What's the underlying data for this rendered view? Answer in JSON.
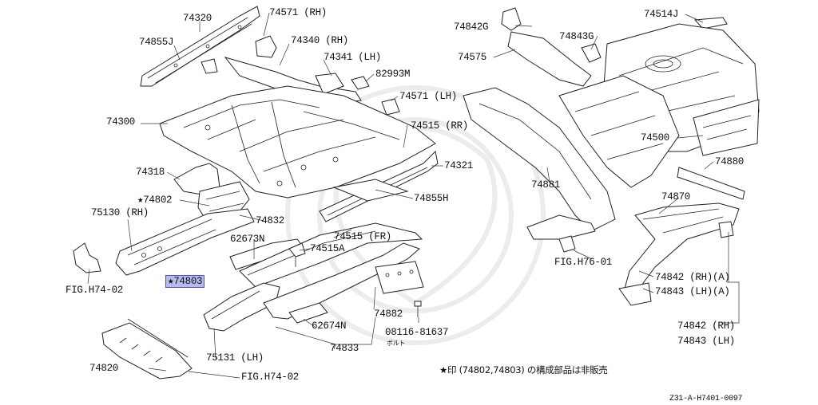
{
  "labels": {
    "p74320": "74320",
    "p74571rh": "74571 (RH)",
    "p74855j": "74855J",
    "p74340rh": "74340 (RH)",
    "p74341lh": "74341 (LH)",
    "p82993m": "82993M",
    "p74571lh": "74571 (LH)",
    "p74300": "74300",
    "p74515rr": "74515 (RR)",
    "p74321": "74321",
    "p74318": "74318",
    "p74802": "★74802",
    "p74855h": "74855H",
    "p75130": "75130 (RH)",
    "p74832": "74832",
    "p74515fr": "74515 (FR)",
    "p62673n": "62673N",
    "p74515a": "74515A",
    "p74803": "★74803",
    "figh7402a": "FIG.H74-02",
    "p74882": "74882",
    "p62674n": "62674N",
    "p08116": "08116-81637",
    "bolt": "ボルト",
    "p74833": "74833",
    "p75131": "75131 (LH)",
    "p74820": "74820",
    "figh7402b": "FIG.H74-02",
    "p74842g": "74842G",
    "p74843g": "74843G",
    "p74514j": "74514J",
    "p74575": "74575",
    "p74500": "74500",
    "p74881": "74881",
    "p74880": "74880",
    "p74870": "74870",
    "figh7601": "FIG.H76-01",
    "p74842a": "74842 (RH)(A)",
    "p74843a": "74843 (LH)(A)",
    "p74842": "74842 (RH)",
    "p74843": "74843 (LH)"
  },
  "note": "★印 (74802,74803) の構成部品は非販売",
  "reference": "Z31-A-H7401-0097",
  "highlight_color": "#b9b9f0"
}
